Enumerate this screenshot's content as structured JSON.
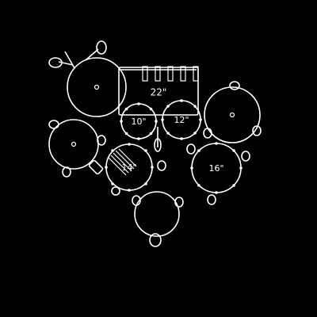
{
  "kit": {
    "background": "#000000",
    "stroke_color": "#ffffff",
    "labels": {
      "bass_drum": "22\"",
      "tom_10": "10\"",
      "tom_12": "12\"",
      "floor_tom_14": "14\"",
      "floor_tom_16": "16\""
    },
    "icons": [
      "cymbal-icon",
      "drum-icon",
      "stand-leg-icon",
      "pedal-icon",
      "throne-icon"
    ]
  }
}
